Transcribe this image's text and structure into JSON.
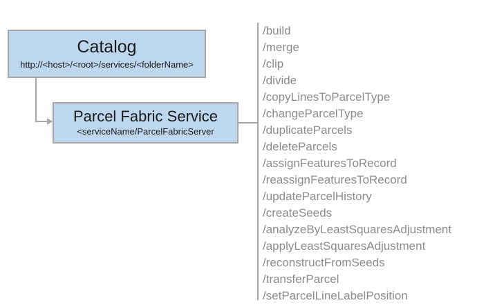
{
  "diagram": {
    "nodes": [
      {
        "id": "catalog",
        "title": "Catalog",
        "subtitle": "http://<host>/<root>/services/<folderName>",
        "fill": "#bdd7ee",
        "border": "#a6a6a6"
      },
      {
        "id": "parcel-fabric-service",
        "title": "Parcel Fabric Service",
        "subtitle": "<serviceName/ParcelFabricServer",
        "fill": "#bdd7ee",
        "border": "#a6a6a6"
      }
    ],
    "connector_color": "#a6a6a6",
    "operations_text_color": "#8c8c8c",
    "operations": [
      "/build",
      "/merge",
      "/clip",
      "/divide",
      "/copyLinesToParcelType",
      "/changeParcelType",
      "/duplicateParcels",
      "/deleteParcels",
      "/assignFeaturesToRecord",
      "/reassignFeaturesToRecord",
      "/updateParcelHistory",
      "/createSeeds",
      "/analyzeByLeastSquaresAdjustment",
      "/applyLeastSquaresAdjustment",
      "/reconstructFromSeeds",
      "/transferParcel",
      "/setParcelLineLabelPosition"
    ]
  }
}
